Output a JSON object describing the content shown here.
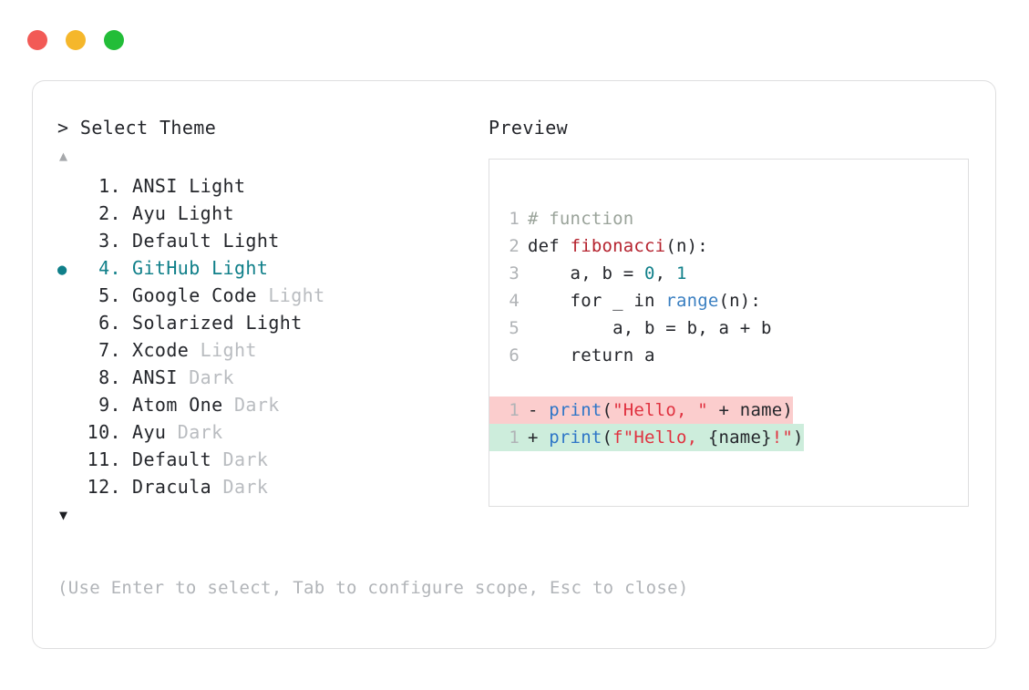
{
  "window": {
    "dots": [
      {
        "name": "close-dot",
        "color": "#f25a56"
      },
      {
        "name": "minimize-dot",
        "color": "#f5b72b"
      },
      {
        "name": "maximize-dot",
        "color": "#22bd38"
      }
    ]
  },
  "colors": {
    "accent_teal": "#0f7f89",
    "muted_gray": "#b9bcc0",
    "text_dark": "#24262b",
    "border": "#dededf",
    "diff_removed_bg": "#fbcdcd",
    "diff_added_bg": "#cdeddc",
    "syntax_comment": "#9aa39a",
    "syntax_function": "#b5222e",
    "syntax_number": "#11808a",
    "syntax_builtin": "#3a7fc1",
    "syntax_string": "#e0313f",
    "syntax_print": "#2f76c7"
  },
  "left": {
    "prompt": "> Select Theme",
    "scroll_up_icon": "▲",
    "scroll_down_icon": "▼",
    "selected_index": 4,
    "bullet_icon": "●",
    "items": [
      {
        "num": "1.",
        "name": "ANSI",
        "variant": "Light",
        "variant_muted": false,
        "selected": false
      },
      {
        "num": "2.",
        "name": "Ayu",
        "variant": "Light",
        "variant_muted": false,
        "selected": false
      },
      {
        "num": "3.",
        "name": "Default",
        "variant": "Light",
        "variant_muted": false,
        "selected": false
      },
      {
        "num": "4.",
        "name": "GitHub",
        "variant": "Light",
        "variant_muted": false,
        "selected": true
      },
      {
        "num": "5.",
        "name": "Google Code",
        "variant": "Light",
        "variant_muted": true,
        "selected": false
      },
      {
        "num": "6.",
        "name": "Solarized",
        "variant": "Light",
        "variant_muted": false,
        "selected": false
      },
      {
        "num": "7.",
        "name": "Xcode",
        "variant": "Light",
        "variant_muted": true,
        "selected": false
      },
      {
        "num": "8.",
        "name": "ANSI",
        "variant": "Dark",
        "variant_muted": true,
        "selected": false
      },
      {
        "num": "9.",
        "name": "Atom One",
        "variant": "Dark",
        "variant_muted": true,
        "selected": false
      },
      {
        "num": "10.",
        "name": "Ayu",
        "variant": "Dark",
        "variant_muted": true,
        "selected": false
      },
      {
        "num": "11.",
        "name": "Default",
        "variant": "Dark",
        "variant_muted": true,
        "selected": false
      },
      {
        "num": "12.",
        "name": "Dracula",
        "variant": "Dark",
        "variant_muted": true,
        "selected": false
      }
    ]
  },
  "hint": "(Use Enter to select, Tab to configure scope, Esc to close)",
  "right": {
    "heading": "Preview",
    "code_lines": [
      {
        "ln": "1",
        "tokens": [
          {
            "t": "# function",
            "c": "comment"
          }
        ]
      },
      {
        "ln": "2",
        "tokens": [
          {
            "t": "def ",
            "c": "keyword"
          },
          {
            "t": "fibonacci",
            "c": "func"
          },
          {
            "t": "(n):",
            "c": "plain"
          }
        ]
      },
      {
        "ln": "3",
        "tokens": [
          {
            "t": "    a, b = ",
            "c": "plain"
          },
          {
            "t": "0",
            "c": "number"
          },
          {
            "t": ", ",
            "c": "plain"
          },
          {
            "t": "1",
            "c": "number"
          }
        ]
      },
      {
        "ln": "4",
        "tokens": [
          {
            "t": "    for _ in ",
            "c": "plain"
          },
          {
            "t": "range",
            "c": "builtin"
          },
          {
            "t": "(n):",
            "c": "plain"
          }
        ]
      },
      {
        "ln": "5",
        "tokens": [
          {
            "t": "        a, b = b, a + b",
            "c": "plain"
          }
        ]
      },
      {
        "ln": "6",
        "tokens": [
          {
            "t": "    return a",
            "c": "plain"
          }
        ]
      }
    ],
    "diff_lines": [
      {
        "ln": "1",
        "kind": "removed",
        "sign": "- ",
        "tokens": [
          {
            "t": "print",
            "c": "print"
          },
          {
            "t": "(",
            "c": "plain"
          },
          {
            "t": "\"Hello, \"",
            "c": "string"
          },
          {
            "t": " + name)",
            "c": "plain"
          }
        ]
      },
      {
        "ln": "1",
        "kind": "added",
        "sign": "+ ",
        "tokens": [
          {
            "t": "print",
            "c": "print"
          },
          {
            "t": "(",
            "c": "plain"
          },
          {
            "t": "f\"Hello, ",
            "c": "string"
          },
          {
            "t": "{name}",
            "c": "plain"
          },
          {
            "t": "!\"",
            "c": "string"
          },
          {
            "t": ")",
            "c": "plain"
          }
        ]
      }
    ]
  }
}
